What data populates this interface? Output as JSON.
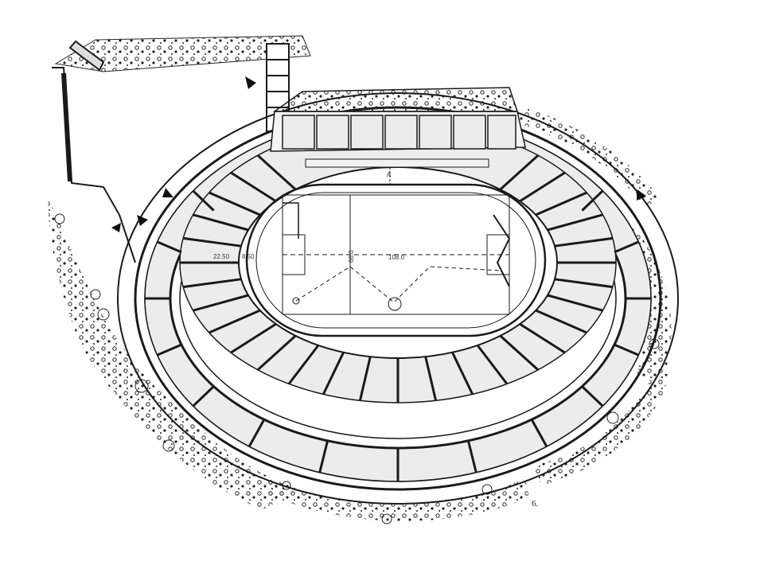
{
  "diagram": {
    "kind": "stadium-site-plan",
    "line_color": "#1a1a1a",
    "stand_fill": "#ececec",
    "bay_count_inner_ring": 36,
    "bay_count_outer_ring": 20,
    "entrance_markers": 5,
    "labels": {
      "field_length": "108.0",
      "field_width": "68.0",
      "stand_depth": "22.50",
      "inner_gap": "8.50",
      "axis_mark": "A",
      "figure_number": "6."
    }
  }
}
